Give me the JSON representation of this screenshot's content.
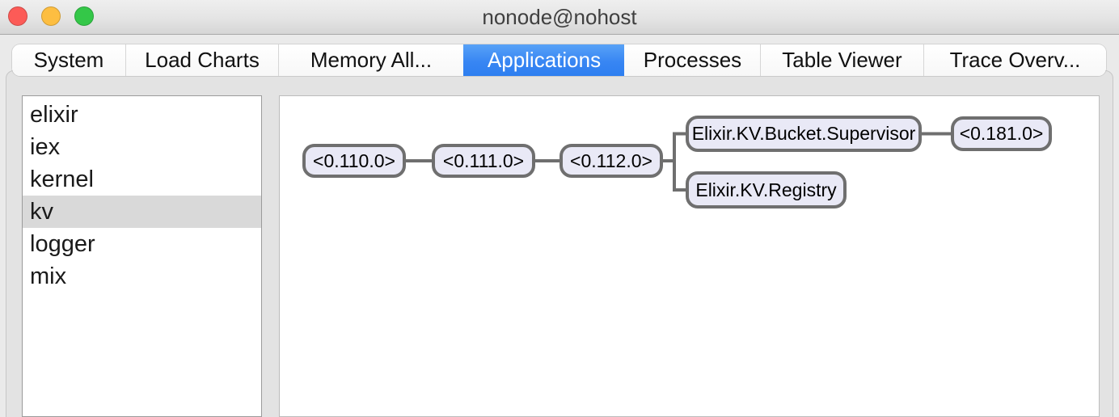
{
  "window": {
    "title": "nonode@nohost",
    "controls": {
      "close_color": "#fc5b57",
      "minimize_color": "#fdbe41",
      "zoom_color": "#34c748"
    }
  },
  "tabs": {
    "items": [
      "System",
      "Load Charts",
      "Memory All...",
      "Applications",
      "Processes",
      "Table Viewer",
      "Trace Overv..."
    ],
    "selected": "Applications",
    "selected_color": "#3183f2"
  },
  "sidebar": {
    "items": [
      "elixir",
      "iex",
      "kernel",
      "kv",
      "logger",
      "mix"
    ],
    "selected": "kv",
    "selected_bg": "#d9d9d9"
  },
  "app_tree": {
    "nodes": [
      {
        "id": "p110",
        "label": "<0.110.0>"
      },
      {
        "id": "p111",
        "label": "<0.111.0>"
      },
      {
        "id": "p112",
        "label": "<0.112.0>"
      },
      {
        "id": "bucket_supervisor",
        "label": "Elixir.KV.Bucket.Supervisor"
      },
      {
        "id": "p181",
        "label": "<0.181.0>"
      },
      {
        "id": "registry",
        "label": "Elixir.KV.Registry"
      }
    ],
    "edges": [
      [
        "p110",
        "p111"
      ],
      [
        "p111",
        "p112"
      ],
      [
        "p112",
        "bucket_supervisor"
      ],
      [
        "p112",
        "registry"
      ],
      [
        "bucket_supervisor",
        "p181"
      ]
    ],
    "node_fill": "#e9e9f6",
    "node_border": "#6f6f6f"
  }
}
